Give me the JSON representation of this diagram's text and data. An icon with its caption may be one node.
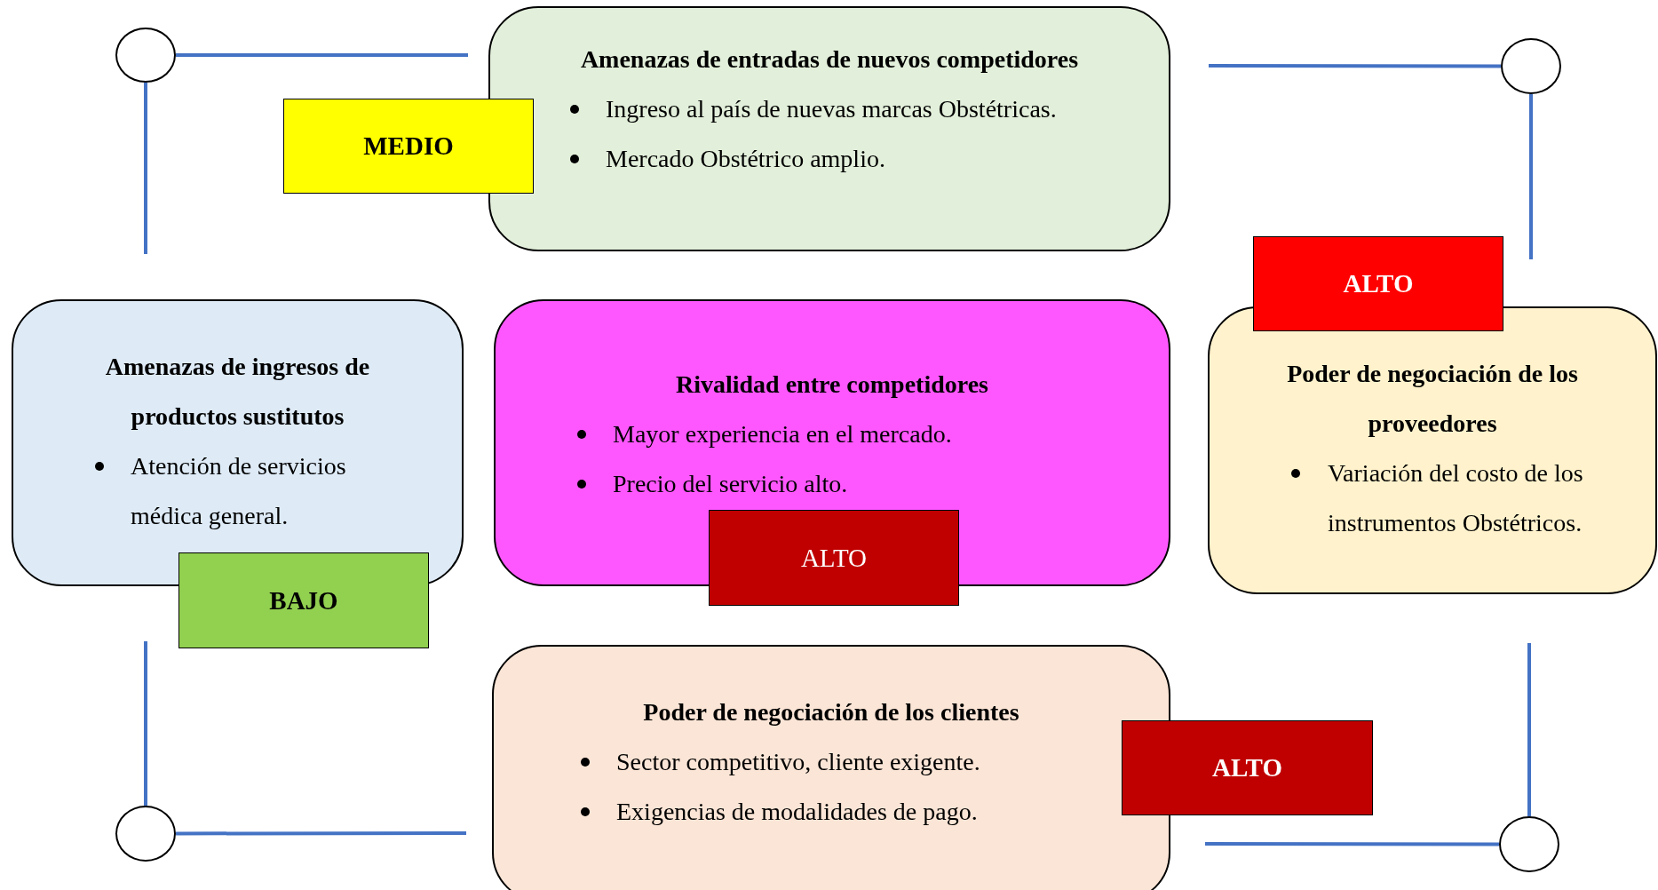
{
  "diagram": {
    "nodes": [
      {
        "text": [
          "Amenazas de entradas de nuevos competidores",
          "Ingreso al país de nuevas marcas Obstétricas.",
          "Mercado Obstétrico amplio."
        ]
      },
      {
        "text": [
          "MEDIO"
        ]
      },
      {
        "text": [
          "Amenazas de ingresos de productos sustitutos",
          "Atención de servicios médica general."
        ]
      },
      {
        "text": [
          "BAJO"
        ]
      },
      {
        "text": [
          "Rivalidad entre competidores",
          "Mayor experiencia en el mercado.",
          "Precio del servicio alto."
        ]
      },
      {
        "text": [
          "ALTO"
        ]
      },
      {
        "text": [
          "Poder de negociación de los proveedores",
          "Variación del costo de los instrumentos Obstétricos."
        ]
      },
      {
        "text": [
          "ALTO"
        ]
      },
      {
        "text": [
          "Poder de negociación de los clientes",
          "Sector competitivo, cliente exigente.",
          "Exigencias de modalidades de pago."
        ]
      },
      {
        "text": [
          "ALTO"
        ]
      },
      {
        "text": [],
        "shape": "circle"
      },
      {
        "text": [],
        "shape": "circle"
      },
      {
        "text": [],
        "shape": "circle"
      },
      {
        "text": [],
        "shape": "circle"
      }
    ],
    "edges": [
      {
        "from": 10,
        "to": null,
        "arrow": "none"
      },
      {
        "from": 10,
        "to": null,
        "arrow": "none"
      },
      {
        "from": 11,
        "to": null,
        "arrow": "none"
      },
      {
        "from": 11,
        "to": null,
        "arrow": "none"
      },
      {
        "from": 12,
        "to": null,
        "arrow": "none"
      },
      {
        "from": 12,
        "to": null,
        "arrow": "none"
      },
      {
        "from": 13,
        "to": null,
        "arrow": "none"
      },
      {
        "from": 13,
        "to": null,
        "arrow": "none"
      }
    ]
  }
}
